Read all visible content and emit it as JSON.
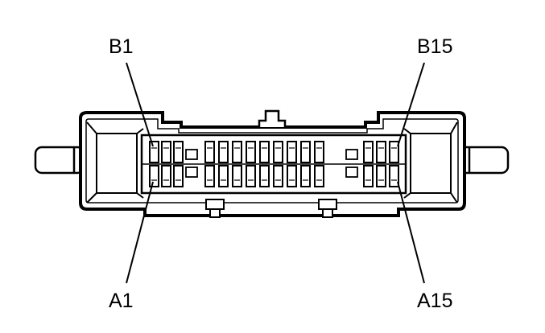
{
  "diagram": {
    "colors": {
      "stroke": "#000000",
      "background": "#ffffff"
    },
    "labels": {
      "b_first": "B1",
      "b_last": "B15",
      "a_first": "A1",
      "a_last": "A15"
    }
  }
}
